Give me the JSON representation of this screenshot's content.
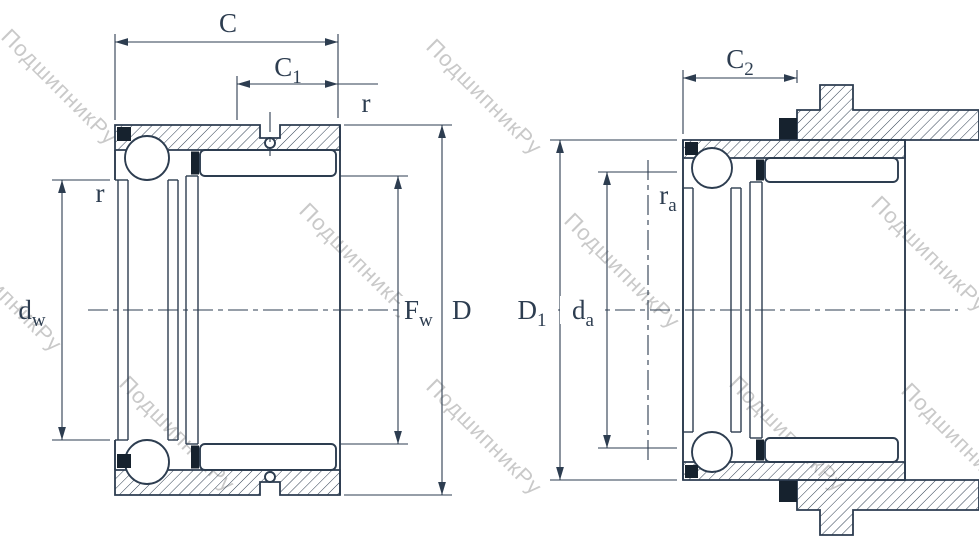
{
  "watermark": {
    "text": "ПодшипникРу"
  },
  "colors": {
    "line": "#2d3d50",
    "watermark": "#c9c9c9",
    "seal_black": "#16222e",
    "background": "#ffffff"
  },
  "left_view": {
    "labels": {
      "C": {
        "main": "C",
        "sub": ""
      },
      "C1": {
        "main": "C",
        "sub": "1"
      },
      "r_top": {
        "main": "r",
        "sub": ""
      },
      "r_left": {
        "main": "r",
        "sub": ""
      },
      "dw": {
        "main": "d",
        "sub": "w"
      },
      "Fw": {
        "main": "F",
        "sub": "w"
      },
      "D": {
        "main": "D",
        "sub": ""
      }
    }
  },
  "right_view": {
    "labels": {
      "C2": {
        "main": "C",
        "sub": "2"
      },
      "ra": {
        "main": "r",
        "sub": "a"
      },
      "D1": {
        "main": "D",
        "sub": "1"
      },
      "da": {
        "main": "d",
        "sub": "a"
      }
    }
  }
}
